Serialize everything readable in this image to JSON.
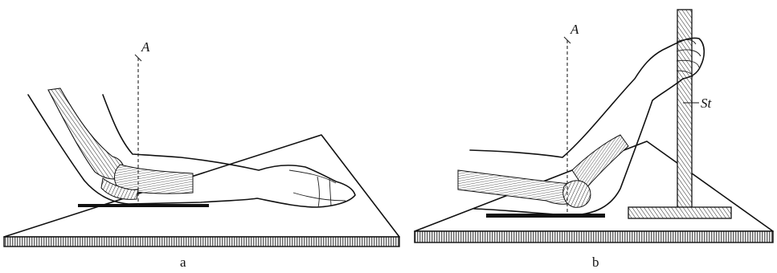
{
  "figure": {
    "panel_a": {
      "caption": "a",
      "axis_label": "A"
    },
    "panel_b": {
      "caption": "b",
      "axis_label": "A",
      "stand_label": "St"
    }
  },
  "colors": {
    "ink": "#111111",
    "paper": "#ffffff"
  }
}
